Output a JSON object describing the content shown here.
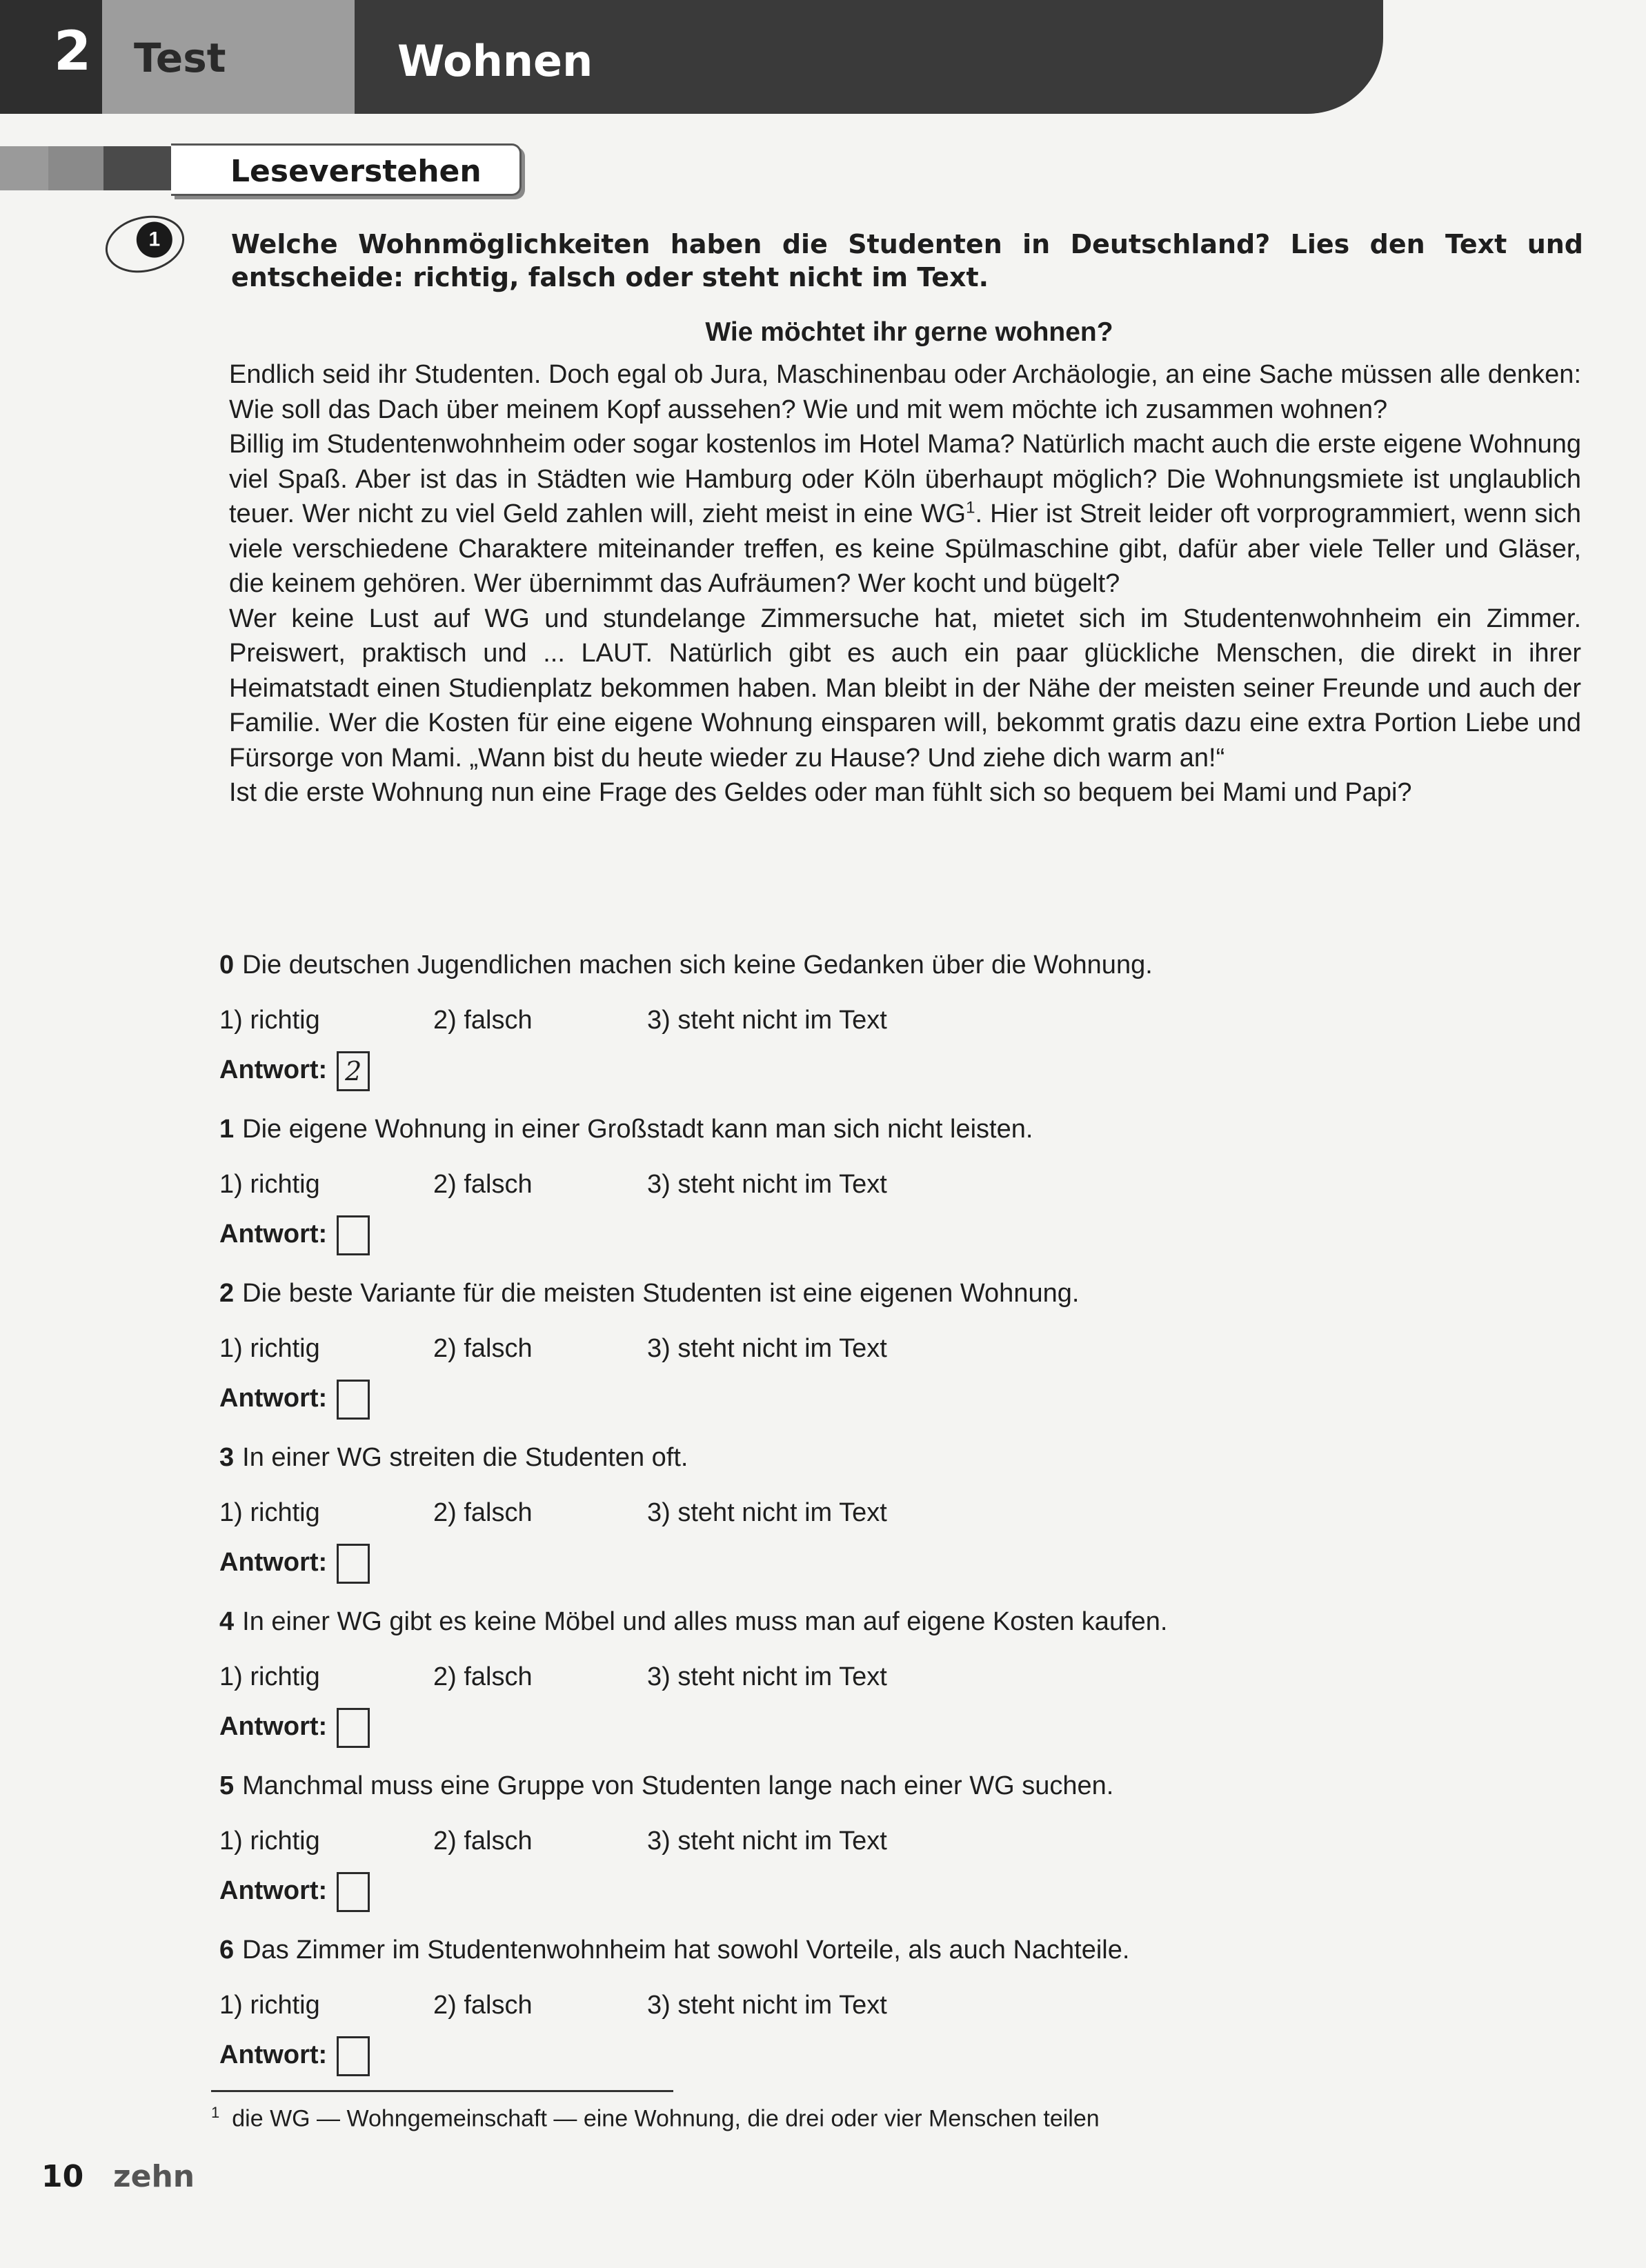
{
  "header": {
    "unit_number": "2",
    "test_label": "Test",
    "title": "Wohnen"
  },
  "section": {
    "label": "Leseverstehen"
  },
  "task": {
    "number": "1",
    "instruction": "Welche Wohnmöglichkeiten haben die Studenten in Deutschland? Lies den Text und entscheide: richtig, falsch oder steht nicht im Text."
  },
  "text": {
    "title": "Wie möchtet ihr gerne wohnen?",
    "p1": "Endlich seid ihr Studenten. Doch egal ob Jura, Maschinenbau oder Archäologie, an eine Sache müssen alle denken: Wie soll das Dach über meinem Kopf aussehen? Wie und mit wem möchte ich zusammen wohnen?",
    "p2a": "Billig im Studentenwohnheim oder sogar kostenlos im Hotel Mama? Natürlich macht auch die erste eigene Wohnung viel Spaß. Aber ist das in Städten wie Hamburg oder Köln überhaupt möglich? Die Wohnungsmiete ist unglaublich teuer. Wer nicht zu viel Geld zahlen will, zieht meist in eine WG",
    "p2_sup": "1",
    "p2b": ". Hier ist Streit leider oft vorprogrammiert, wenn sich viele verschiedene Charaktere miteinander treffen, es keine Spülmaschine gibt, dafür aber viele Teller und Gläser, die keinem gehören. Wer übernimmt das Aufräumen? Wer kocht und bügelt?",
    "p3": "Wer keine Lust auf WG und stundelange Zimmersuche hat, mietet sich im Studentenwohnheim ein Zimmer. Preiswert, praktisch und ... LAUT. Natürlich gibt es auch ein paar glückliche Menschen, die direkt in ihrer Heimatstadt einen Studienplatz bekommen haben. Man bleibt in der Nähe der meisten seiner Freunde und auch der Familie. Wer die Kosten für eine eigene Wohnung einsparen will, bekommt gratis dazu eine extra Portion Liebe und Fürsorge von Mami. „Wann bist du heute wieder zu Hause? Und ziehe dich warm an!“",
    "p4": "Ist die erste Wohnung nun eine Frage des Geldes oder man fühlt sich so bequem bei Mami und Papi?"
  },
  "options": {
    "o1": "1) richtig",
    "o2": "2) falsch",
    "o3": "3) steht nicht im Text"
  },
  "answer_label": "Antwort:",
  "questions": [
    {
      "num": "0",
      "text": "Die deutschen Jugendlichen machen sich keine Gedanken über die Wohnung.",
      "answer": "2"
    },
    {
      "num": "1",
      "text": "Die eigene Wohnung in einer Großstadt kann man sich nicht leisten.",
      "answer": ""
    },
    {
      "num": "2",
      "text": "Die beste Variante für die meisten Studenten ist eine eigenen Wohnung.",
      "answer": ""
    },
    {
      "num": "3",
      "text": "In einer WG streiten die Studenten oft.",
      "answer": ""
    },
    {
      "num": "4",
      "text": "In einer WG gibt es keine Möbel und alles muss man auf eigene Kosten kaufen.",
      "answer": ""
    },
    {
      "num": "5",
      "text": "Manchmal muss eine Gruppe von Studenten lange nach einer WG suchen.",
      "answer": ""
    },
    {
      "num": "6",
      "text": "Das Zimmer im Studentenwohnheim hat sowohl Vorteile, als auch Nachteile.",
      "answer": ""
    }
  ],
  "footnote": {
    "marker": "1",
    "text": "die WG — Wohngemeinschaft — eine Wohnung, die drei oder vier Menschen teilen"
  },
  "page": {
    "number": "10",
    "word": "zehn"
  }
}
